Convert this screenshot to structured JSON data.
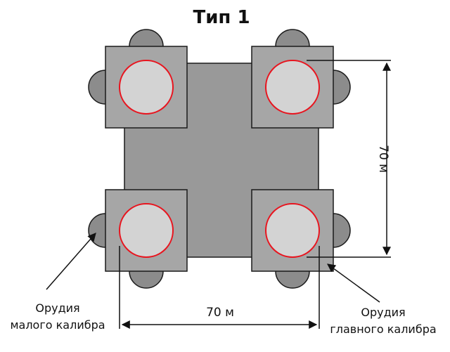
{
  "diagram": {
    "title": "Тип 1",
    "dimension_vertical": "70 м",
    "dimension_horizontal": "70 м",
    "label_small_caliber": [
      "Орудия",
      "малого калибра"
    ],
    "label_main_caliber": [
      "Орудия",
      "главного калибра"
    ]
  },
  "colors": {
    "base_fill": "#999999",
    "tower_fill": "#a6a6a6",
    "bump_fill": "#8c8c8c",
    "gun_fill": "#d3d3d3",
    "gun_stroke": "#e8141e",
    "outline": "#1a1a1a"
  }
}
